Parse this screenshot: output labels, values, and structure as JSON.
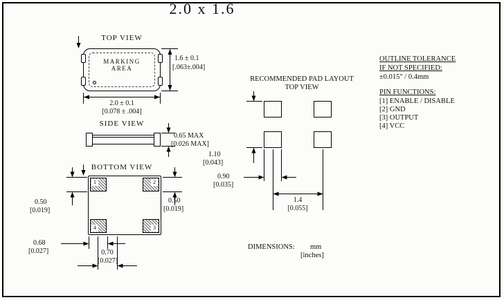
{
  "title": "2.0 x 1.6",
  "top_view": {
    "label": "TOP VIEW",
    "marking_line1": "MARKING",
    "marking_line2": "AREA",
    "height_mm": "1.6 ± 0.1",
    "height_in": "[.063±.004]",
    "width_mm": "2.0 ± 0.1",
    "width_in": "[0.078 ± .004]"
  },
  "side_view": {
    "label": "SIDE VIEW",
    "thickness_mm": "0.65 MAX",
    "thickness_in": "[0.026 MAX]"
  },
  "bottom_view": {
    "label": "BOTTOM VIEW",
    "pad_numbers": {
      "top_left": "1",
      "top_right": "2",
      "bottom_left": "4",
      "bottom_right": "3"
    },
    "pad_height_left_mm": "0.50",
    "pad_height_left_in": "[0.019]",
    "pad_height_right_mm": "0.50",
    "pad_height_right_in": "[0.019]",
    "edge_offset_mm": "0.68",
    "edge_offset_in": "[0.027]",
    "pad_pitch_mm": "0.70",
    "pad_pitch_in": "[0.027]"
  },
  "pad_layout": {
    "label_line1": "RECOMMENDED PAD LAYOUT",
    "label_line2": "TOP VIEW",
    "height_mm": "1.10",
    "height_in": "[0.043]",
    "pad_width_mm": "0.90",
    "pad_width_in": "[0.035]",
    "pitch_mm": "1.4",
    "pitch_in": "[0.055]"
  },
  "notes": {
    "tolerance_title": "OUTLINE TOLERANCE",
    "tolerance_subtitle": "IF NOT SPECIFIED:",
    "tolerance_value": "±0.015\" / 0.4mm",
    "pin_functions_title": "PIN FUNCTIONS:",
    "pin_functions": [
      "[1] ENABLE / DISABLE",
      "[2] GND",
      "[3] OUTPUT",
      "[4] VCC"
    ]
  },
  "footer": {
    "label": "DIMENSIONS:",
    "unit_mm": "mm",
    "unit_in": "[inches]"
  }
}
